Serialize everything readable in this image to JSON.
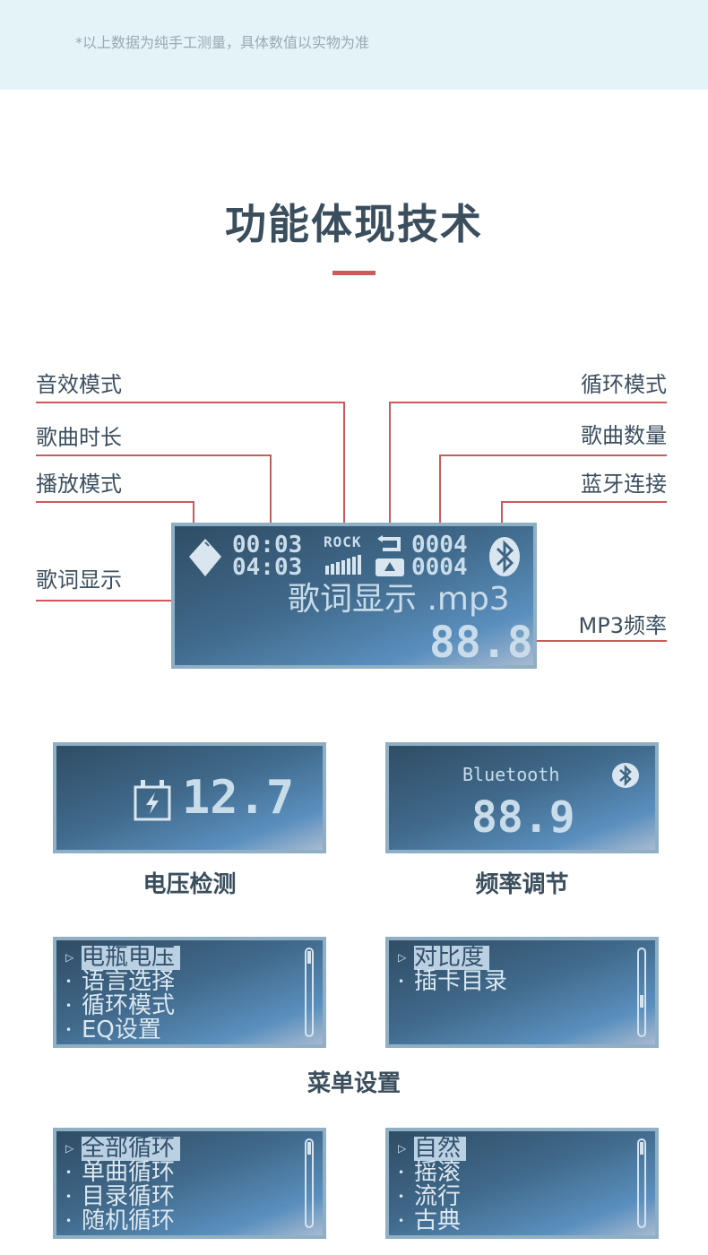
{
  "note": "*以上数据为纯手工测量，具体数值以实物为准",
  "title": "功能体现技术",
  "callouts": {
    "eq_mode": "音效模式",
    "song_duration": "歌曲时长",
    "play_mode": "播放模式",
    "lyrics": "歌词显示",
    "loop_mode": "循环模式",
    "song_count": "歌曲数量",
    "bluetooth": "蓝牙连接",
    "frequency": "MP3频率"
  },
  "main_lcd": {
    "time_elapsed": "00:03",
    "time_total": "04:03",
    "eq_text": "ROCK",
    "track_current": "0004",
    "track_total": "0004",
    "lyrics_text": "歌词显示 .mp3",
    "freq_text": "88.8",
    "icons": [
      "play-mode-diamond-icon",
      "equalizer-bars-icon",
      "loop-icon",
      "folder-icon",
      "bluetooth-icon"
    ]
  },
  "voltage_panel": {
    "value": "12.7",
    "label": "电压检测",
    "icon": "battery-icon"
  },
  "freq_panel": {
    "bt_text": "Bluetooth",
    "value": "88.9",
    "label": "频率调节",
    "icon": "bluetooth-icon"
  },
  "menu_label": "菜单设置",
  "menus": [
    {
      "items": [
        "电瓶电压",
        "语言选择",
        "循环模式",
        "EQ设置"
      ],
      "selected": 0,
      "thumb": 0.0
    },
    {
      "items": [
        "对比度",
        "插卡目录"
      ],
      "selected": 0,
      "thumb": 0.6
    },
    {
      "items": [
        "全部循环",
        "单曲循环",
        "目录循环",
        "随机循环"
      ],
      "selected": 0,
      "thumb": 0.0
    },
    {
      "items": [
        "自然",
        "摇滚",
        "流行",
        "古典"
      ],
      "selected": 0,
      "thumb": 0.0
    }
  ],
  "colors": {
    "accent_red": "#cd5a5a",
    "lcd_text": "#c9dcea",
    "band": "#e3f3f8"
  }
}
